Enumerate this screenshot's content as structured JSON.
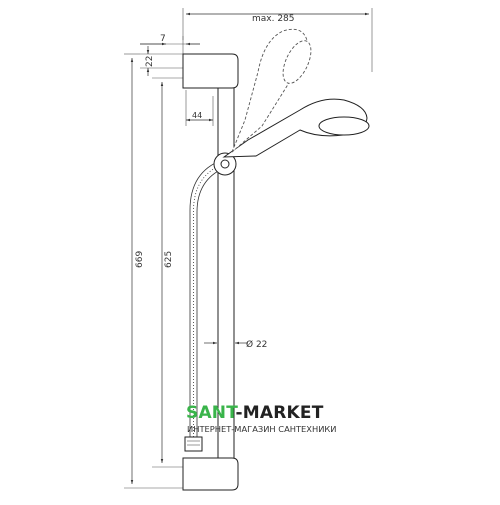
{
  "dimensions": {
    "max_width": "max. 285",
    "offset_top": "7",
    "holder_height": "22",
    "holder_width": "44",
    "total_height": "669",
    "rail_length": "625",
    "rail_diameter": "Ø 22"
  },
  "watermark": {
    "brand_green": "SANT",
    "brand_dark": "-MARKET",
    "tagline": "ИНТЕРНЕТ-МАГАЗИН САНТЕХНИКИ",
    "colors": {
      "green": "#39b44a",
      "dark": "#222222"
    }
  }
}
